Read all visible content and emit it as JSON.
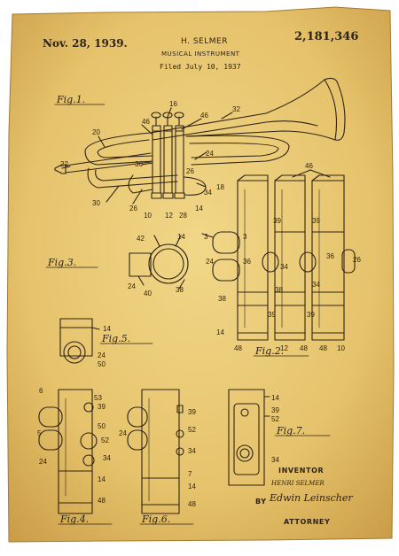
{
  "header": {
    "date": "Nov. 28, 1939.",
    "inventor_name": "H. SELMER",
    "title": "MUSICAL INSTRUMENT",
    "filed": "Filed July 10, 1937",
    "patent_number": "2,181,346"
  },
  "figures": {
    "fig1": "Fig.1.",
    "fig2": "Fig.2.",
    "fig3": "Fig.3.",
    "fig4": "Fig.4.",
    "fig5": "Fig.5.",
    "fig6": "Fig.6.",
    "fig7": "Fig.7."
  },
  "signature": {
    "inventor_label": "INVENTOR",
    "inventor_name": "HENRI SELMER",
    "by": "BY",
    "attorney_signature": "Edwin Leinscher",
    "attorney_label": "ATTORNEY"
  },
  "colors": {
    "paper": "#e8c873",
    "ink": "#2e2316"
  }
}
